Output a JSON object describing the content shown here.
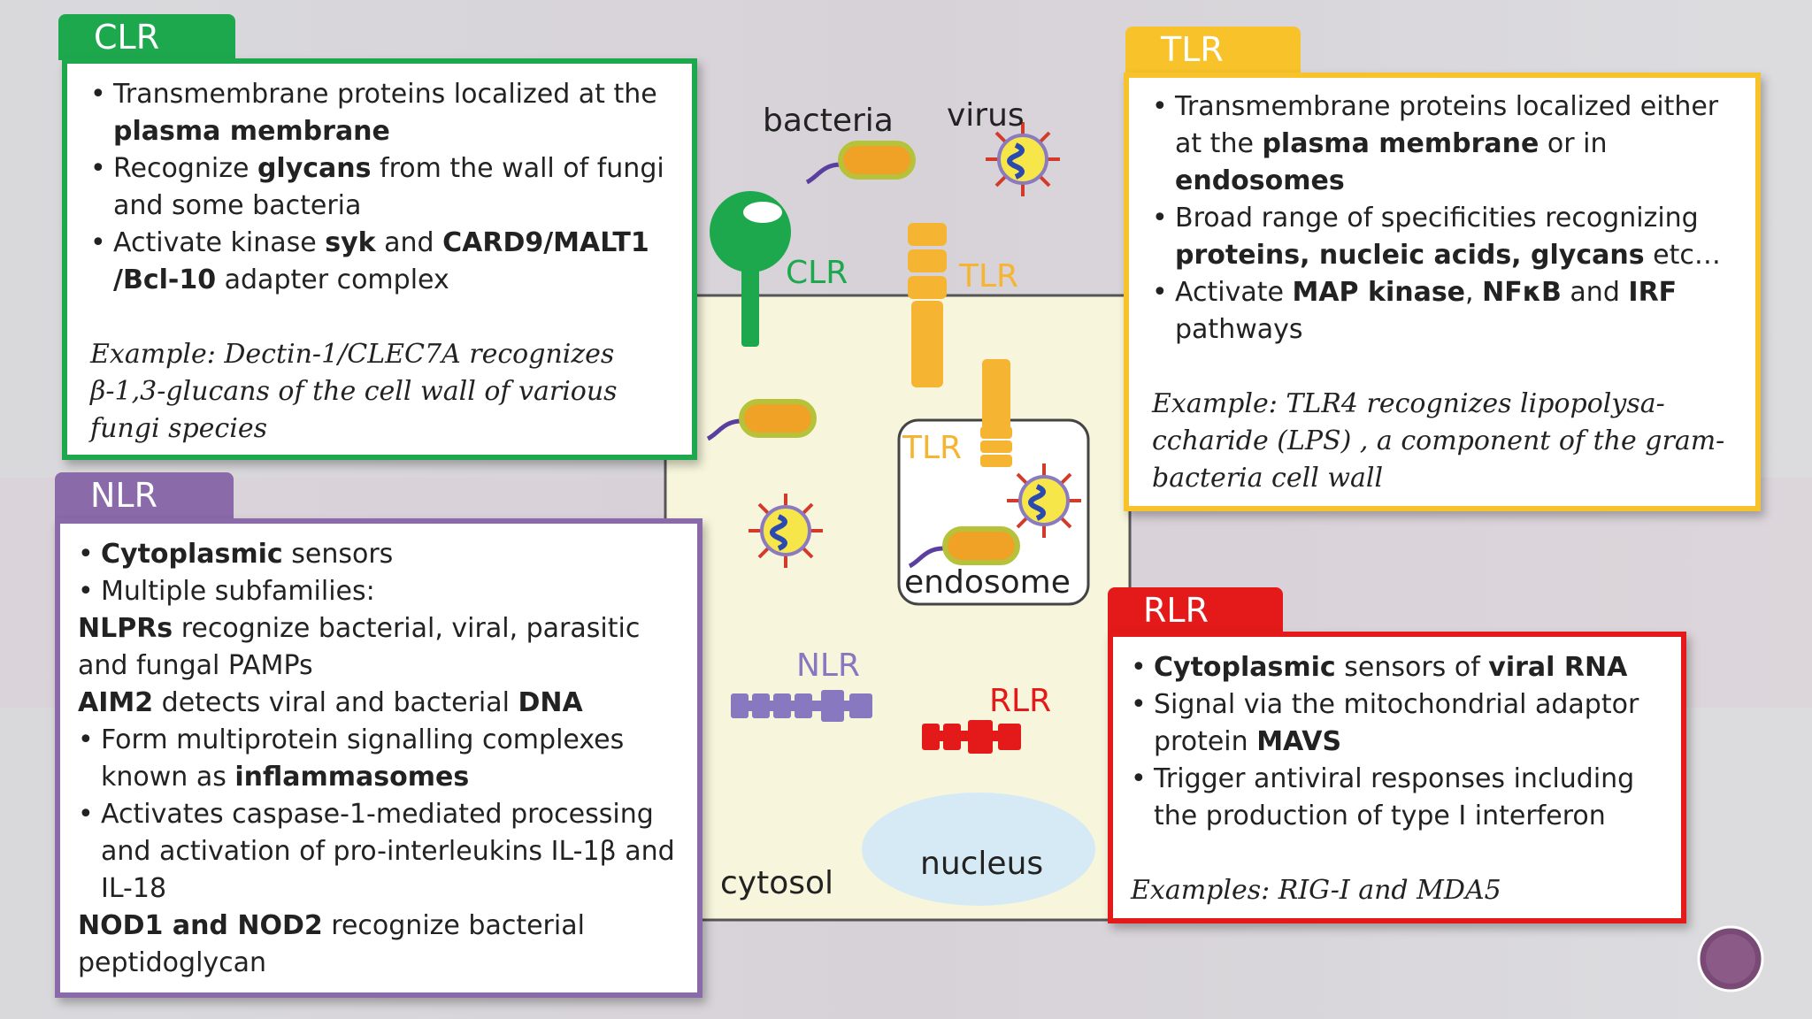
{
  "diagram": {
    "labels": {
      "bacteria": "bacteria",
      "virus": "virus",
      "clr": "CLR",
      "tlr_surface": "TLR",
      "tlr_endosome": "TLR",
      "endosome": "endosome",
      "nlr": "NLR",
      "rlr": "RLR",
      "nucleus": "nucleus",
      "cytosol": "cytosol"
    },
    "colors": {
      "clr": "#1ea84e",
      "tlr": "#f5b533",
      "nlr": "#8878c0",
      "rlr": "#e41a1a",
      "cell_fill": "#f7f6dc",
      "nucleus_fill": "#d6eaf6"
    }
  },
  "clr": {
    "tab": "CLR",
    "b1_pre": "Transmembrane proteins localized at the ",
    "b1_bold": "plasma membrane",
    "b2_pre": "Recognize ",
    "b2_bold": "glycans",
    "b2_post": " from the wall of fungi and some bacteria",
    "b3_pre": "Activate kinase ",
    "b3_bold1": "syk",
    "b3_mid": " and ",
    "b3_bold2": "CARD9/MALT1 /Bcl-10",
    "b3_post": " adapter complex",
    "example": "Example: Dectin-1/CLEC7A recognizes β-1,3-glucans of the cell wall of various fungi species"
  },
  "tlr": {
    "tab": "TLR",
    "b1_pre": "Transmembrane proteins localized either at the ",
    "b1_bold1": "plasma membrane",
    "b1_mid": " or in ",
    "b1_bold2": "endosomes",
    "b2_pre": "Broad range of specificities recognizing ",
    "b2_bold": "proteins, nucleic acids, glycans",
    "b2_post": " etc…",
    "b3_pre": "Activate ",
    "b3_bold1": "MAP kinase",
    "b3_mid1": ", ",
    "b3_bold2": "NFκB",
    "b3_mid2": " and ",
    "b3_bold3": "IRF",
    "b3_post": " pathways",
    "example": "Example: TLR4 recognizes lipopolysa-ccharide (LPS) , a component of the gram- bacteria cell wall"
  },
  "nlr": {
    "tab": "NLR",
    "b1_bold": "Cytoplasmic",
    "b1_post": " sensors",
    "b2": "Multiple subfamilies:",
    "p1_bold": "NLPRs",
    "p1_post": " recognize bacterial, viral, parasitic and fungal PAMPs",
    "p2_bold1": "AIM2",
    "p2_mid": " detects viral and bacterial ",
    "p2_bold2": "DNA",
    "b3_pre": "Form multiprotein signalling complexes known as ",
    "b3_bold": "inflammasomes",
    "b4": "Activates caspase-1-mediated processing and activation of pro-interleukins IL-1β and IL-18",
    "p3_bold": "NOD1 and NOD2",
    "p3_post": " recognize bacterial peptidoglycan"
  },
  "rlr": {
    "tab": "RLR",
    "b1_bold1": "Cytoplasmic",
    "b1_mid": " sensors of ",
    "b1_bold2": "viral RNA",
    "b2_pre": "Signal via the mitochondrial adaptor protein ",
    "b2_bold": "MAVS",
    "b3": "Trigger antiviral responses including the production of type I interferon",
    "example": "Examples: RIG-I and MDA5"
  }
}
